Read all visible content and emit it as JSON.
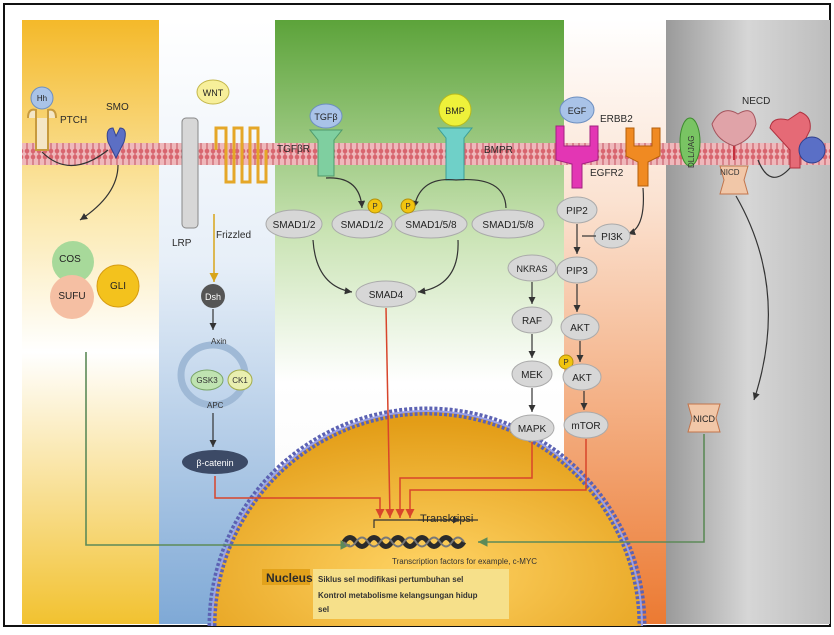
{
  "ligands": {
    "hh": "Hh",
    "wnt": "WNT",
    "tgfb": "TGFβ",
    "bmp": "BMP",
    "egf": "EGF"
  },
  "receptors": {
    "ptch": "PTCH",
    "smo": "SMO",
    "lrp": "LRP",
    "frizzled": "Frizzled",
    "tgfbr": "TGFβR",
    "bmpr": "BMPR",
    "egfr2": "EGFR2",
    "erbb2": "ERBB2",
    "dll_jag": "DLL/JAG",
    "necd": "NECD",
    "nicd_membrane": "NICD"
  },
  "hedgehog": {
    "cos": "COS",
    "gli": "GLI",
    "sufu": "SUFU"
  },
  "wnt_path": {
    "dsh": "Dsh",
    "axin": "Axin",
    "gsk3": "GSK3",
    "ck1": "CK1",
    "apc": "APC",
    "beta_catenin": "β-catenin"
  },
  "tgf_path": {
    "smad12_a": "SMAD1/2",
    "smad12_b": "SMAD1/2",
    "smad158_a": "SMAD1/5/8",
    "smad158_b": "SMAD1/5/8",
    "smad4": "SMAD4",
    "p1": "P",
    "p2": "P"
  },
  "mapk_path": {
    "nkras": "NKRAS",
    "raf": "RAF",
    "mek": "MEK",
    "mapk": "MAPK"
  },
  "pi3k_path": {
    "pip2": "PIP2",
    "pi3k": "PI3K",
    "pip3": "PIP3",
    "akt1": "AKT",
    "akt2": "AKT",
    "p": "P",
    "mtor": "mTOR"
  },
  "notch": {
    "nicd": "NICD"
  },
  "nucleus": {
    "title": "Nucleus",
    "transcription": "Transkripsi",
    "tf_note": "Transcription factors for example, c-MYC",
    "line1": "Siklus sel modifikasi pertumbuhan sel",
    "line2": "Kontrol metabolisme kelangsungan hidup",
    "line3": "sel"
  },
  "colors": {
    "hedgehog_bg": "#f2c230",
    "wnt_bg": "#8fb8e0",
    "tgf_bg": "#7dbd55",
    "egf_bg": "#ee7f3a",
    "notch_bg": "#a8a8a8",
    "membrane": "#d9777f",
    "nucleus": "#f0b52a",
    "arrow_red": "#d8452b",
    "arrow_green": "#5d8a58",
    "arrow_dark": "#333333"
  }
}
